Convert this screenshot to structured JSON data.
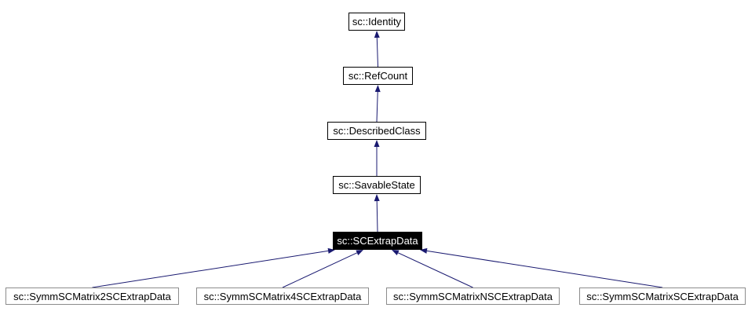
{
  "diagram": {
    "type": "class-inheritance-graph",
    "colors": {
      "edge": "#191970",
      "node_border": "#000000",
      "node_background": "#ffffff",
      "node_text": "#000000",
      "derived_node_border": "#8c8c8c",
      "selected_node_background": "#000000",
      "selected_node_text": "#ffffff"
    },
    "nodes": {
      "identity": {
        "label": "sc::Identity"
      },
      "refcount": {
        "label": "sc::RefCount"
      },
      "describedclass": {
        "label": "sc::DescribedClass"
      },
      "savablestate": {
        "label": "sc::SavableState"
      },
      "scextrapdata": {
        "label": "sc::SCExtrapData",
        "selected": true
      },
      "symm2": {
        "label": "sc::SymmSCMatrix2SCExtrapData"
      },
      "symm4": {
        "label": "sc::SymmSCMatrix4SCExtrapData"
      },
      "symmn": {
        "label": "sc::SymmSCMatrixNSCExtrapData"
      },
      "symms": {
        "label": "sc::SymmSCMatrixSCExtrapData"
      }
    },
    "edges": [
      {
        "from": "refcount",
        "to": "identity"
      },
      {
        "from": "describedclass",
        "to": "refcount"
      },
      {
        "from": "savablestate",
        "to": "describedclass"
      },
      {
        "from": "scextrapdata",
        "to": "savablestate"
      },
      {
        "from": "symm2",
        "to": "scextrapdata",
        "toX": 427
      },
      {
        "from": "symm4",
        "to": "scextrapdata",
        "toX": 463
      },
      {
        "from": "symmn",
        "to": "scextrapdata",
        "toX": 499
      },
      {
        "from": "symms",
        "to": "scextrapdata",
        "toX": 535
      }
    ]
  }
}
